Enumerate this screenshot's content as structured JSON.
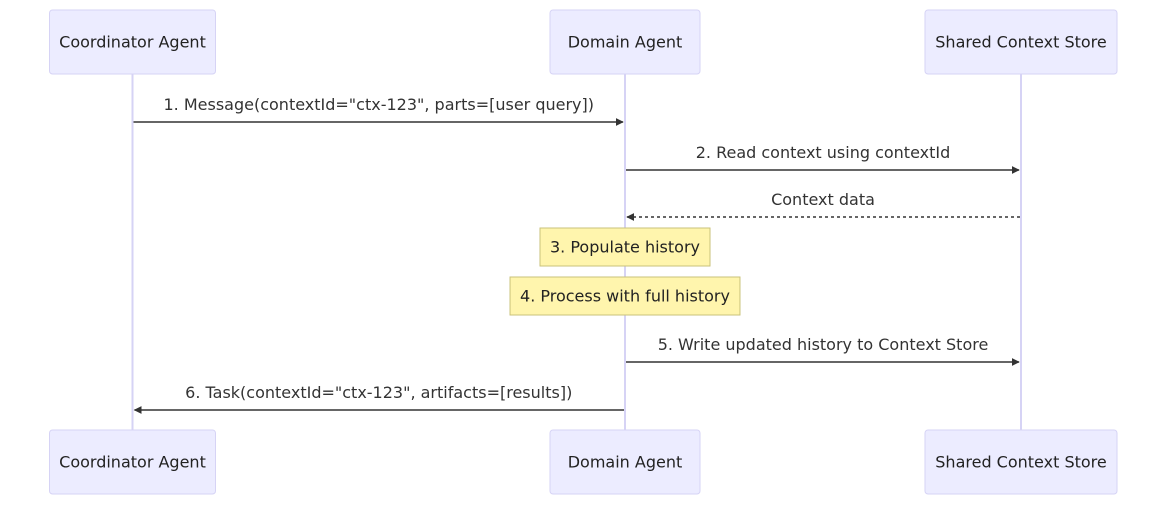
{
  "actors": [
    {
      "id": "coordinator",
      "label": "Coordinator Agent"
    },
    {
      "id": "domain",
      "label": "Domain Agent"
    },
    {
      "id": "store",
      "label": "Shared Context Store"
    }
  ],
  "steps": [
    {
      "kind": "message",
      "from": "coordinator",
      "to": "domain",
      "style": "solid",
      "label": "1. Message(contextId=\"ctx-123\", parts=[user query])"
    },
    {
      "kind": "message",
      "from": "domain",
      "to": "store",
      "style": "solid",
      "label": "2. Read context using contextId"
    },
    {
      "kind": "message",
      "from": "store",
      "to": "domain",
      "style": "dashed",
      "label": "Context data"
    },
    {
      "kind": "note",
      "over": "domain",
      "label": "3. Populate history"
    },
    {
      "kind": "note",
      "over": "domain",
      "label": "4. Process with full history"
    },
    {
      "kind": "message",
      "from": "domain",
      "to": "store",
      "style": "solid",
      "label": "5. Write updated history to Context Store"
    },
    {
      "kind": "message",
      "from": "domain",
      "to": "coordinator",
      "style": "solid",
      "label": "6. Task(contextId=\"ctx-123\", artifacts=[results])"
    }
  ],
  "colors": {
    "actor_fill": "#ECECFF",
    "actor_border": "#D6D3F5",
    "lifeline": "#D6D3F5",
    "arrow": "#333333",
    "note_fill": "#FFF5AD",
    "note_border": "#C9C27A"
  }
}
